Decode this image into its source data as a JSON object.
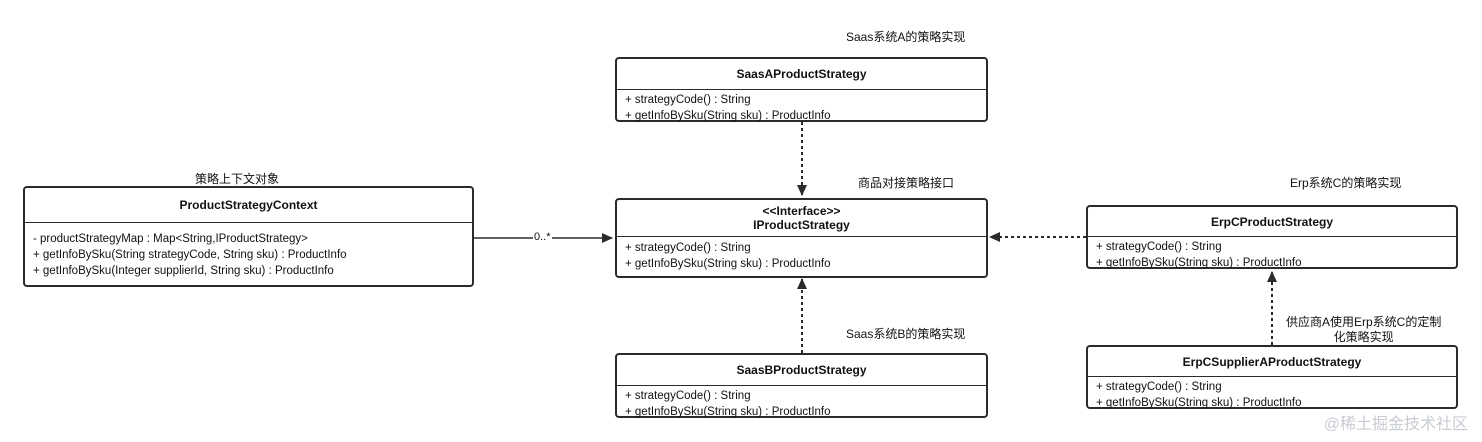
{
  "context": {
    "label": "策略上下文对象",
    "name": "ProductStrategyContext",
    "members": [
      "- productStrategyMap : Map<String,IProductStrategy>",
      "+ getInfoBySku(String strategyCode, String sku) : ProductInfo",
      "+ getInfoBySku(Integer supplierId, String sku) : ProductInfo"
    ]
  },
  "interface": {
    "label": "商品对接策略接口",
    "stereotype": "<<Interface>>",
    "name": "IProductStrategy",
    "members": [
      "+ strategyCode() : String",
      "+ getInfoBySku(String sku) : ProductInfo"
    ]
  },
  "saas_a": {
    "label": "Saas系统A的策略实现",
    "name": "SaasAProductStrategy",
    "members": [
      "+ strategyCode() : String",
      "+ getInfoBySku(String sku) : ProductInfo"
    ]
  },
  "saas_b": {
    "label": "Saas系统B的策略实现",
    "name": "SaasBProductStrategy",
    "members": [
      "+ strategyCode() : String",
      "+ getInfoBySku(String sku) : ProductInfo"
    ]
  },
  "erp_c": {
    "label": "Erp系统C的策略实现",
    "name": "ErpCProductStrategy",
    "members": [
      "+ strategyCode() : String",
      "+ getInfoBySku(String sku) : ProductInfo"
    ]
  },
  "erp_c_supplier": {
    "label_line1": "供应商A使用Erp系统C的定制",
    "label_line2": "化策略实现",
    "name": "ErpCSupplierAProductStrategy",
    "members": [
      "+ strategyCode() : String",
      "+ getInfoBySku(String sku) : ProductInfo"
    ]
  },
  "association": {
    "multiplicity": "0..*"
  },
  "watermark": "@稀土掘金技术社区"
}
